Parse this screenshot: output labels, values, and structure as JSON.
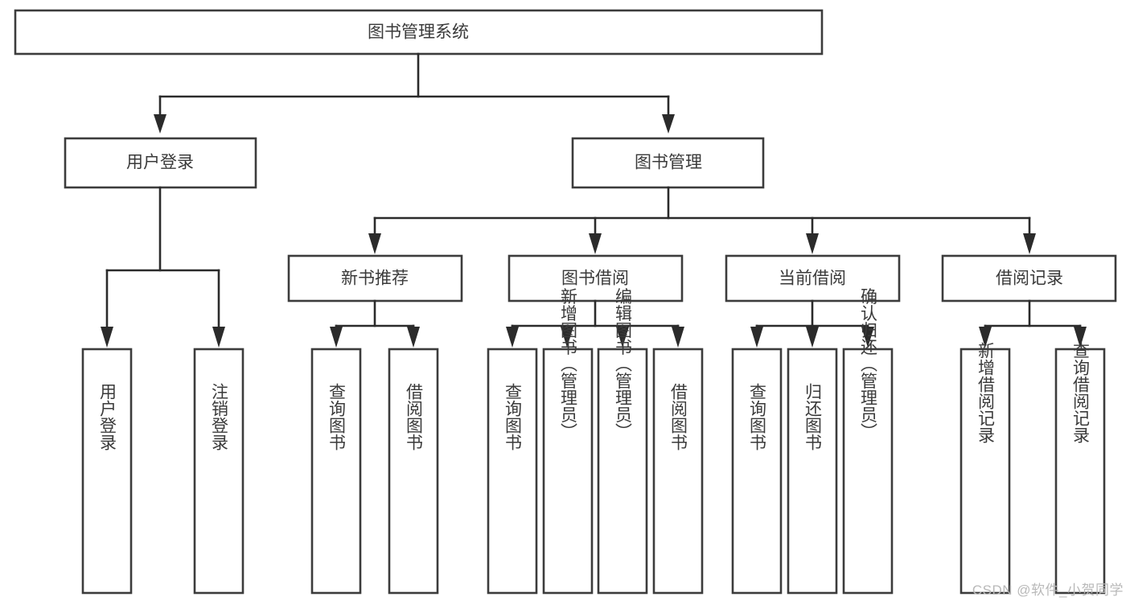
{
  "diagram": {
    "title": "图书管理系统",
    "watermark": "CSDN @软件_小贺同学",
    "style": {
      "box_fill": "#ffffff",
      "box_stroke": "#3c3c3c",
      "line_color": "#2b2b2b",
      "text_color": "#3a3a3a",
      "background": "#ffffff",
      "watermark_color": "#b9b9b9"
    },
    "nodes": {
      "root": {
        "label": "图书管理系统",
        "orientation": "horizontal"
      },
      "level1": [
        {
          "id": "user-login",
          "label": "用户登录",
          "orientation": "horizontal"
        },
        {
          "id": "book-manage",
          "label": "图书管理",
          "orientation": "horizontal"
        }
      ],
      "level2": [
        {
          "id": "new-book-recommend",
          "label": "新书推荐",
          "orientation": "horizontal",
          "parent": "book-manage"
        },
        {
          "id": "book-borrow",
          "label": "图书借阅",
          "orientation": "horizontal",
          "parent": "book-manage"
        },
        {
          "id": "current-borrow",
          "label": "当前借阅",
          "orientation": "horizontal",
          "parent": "book-manage"
        },
        {
          "id": "borrow-record",
          "label": "借阅记录",
          "orientation": "horizontal",
          "parent": "book-manage"
        }
      ],
      "leaves": [
        {
          "id": "leaf-user-login",
          "label": "用户登录",
          "orientation": "vertical",
          "parent": "user-login"
        },
        {
          "id": "leaf-logout",
          "label": "注销登录",
          "orientation": "vertical",
          "parent": "user-login"
        },
        {
          "id": "leaf-query-book-1",
          "label": "查询图书",
          "orientation": "vertical",
          "parent": "new-book-recommend"
        },
        {
          "id": "leaf-borrow-book-1",
          "label": "借阅图书",
          "orientation": "vertical",
          "parent": "new-book-recommend"
        },
        {
          "id": "leaf-query-book-2",
          "label": "查询图书",
          "orientation": "vertical",
          "parent": "book-borrow"
        },
        {
          "id": "leaf-add-book",
          "label": "新增图书（管理员）",
          "orientation": "vertical",
          "parent": "book-borrow"
        },
        {
          "id": "leaf-edit-book",
          "label": "编辑图书（管理员）",
          "orientation": "vertical",
          "parent": "book-borrow"
        },
        {
          "id": "leaf-borrow-book-2",
          "label": "借阅图书",
          "orientation": "vertical",
          "parent": "book-borrow"
        },
        {
          "id": "leaf-query-book-3",
          "label": "查询图书",
          "orientation": "vertical",
          "parent": "current-borrow"
        },
        {
          "id": "leaf-return-book",
          "label": "归还图书",
          "orientation": "vertical",
          "parent": "current-borrow"
        },
        {
          "id": "leaf-confirm-return",
          "label": "确认归还（管理员）",
          "orientation": "vertical",
          "parent": "current-borrow"
        },
        {
          "id": "leaf-add-record",
          "label": "新增借阅记录",
          "orientation": "vertical",
          "parent": "borrow-record"
        },
        {
          "id": "leaf-query-record",
          "label": "查询借阅记录",
          "orientation": "vertical",
          "parent": "borrow-record"
        }
      ]
    }
  }
}
